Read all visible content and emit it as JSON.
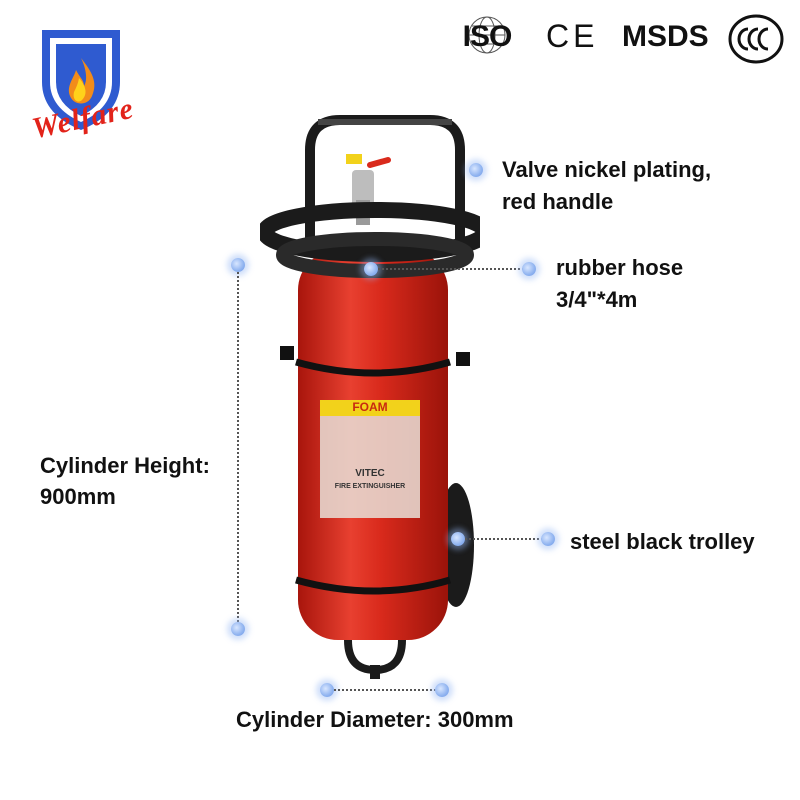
{
  "brand": {
    "logo_text": "Welfare"
  },
  "certifications": [
    {
      "id": "iso",
      "label": "ISO"
    },
    {
      "id": "ce",
      "label": "CE"
    },
    {
      "id": "msds",
      "label": "MSDS"
    },
    {
      "id": "ccc",
      "label": "CCC"
    }
  ],
  "product_label": {
    "headline": "FOAM",
    "brand": "VITEC",
    "subline": "FIRE EXTINGUISHER"
  },
  "annotations": {
    "valve": {
      "line1": "Valve nickel plating,",
      "line2": "red handle"
    },
    "hose": {
      "line1": "rubber hose",
      "line2": "3/4\"*4m"
    },
    "height": {
      "line1": "Cylinder Height:",
      "line2": "900mm"
    },
    "trolley": {
      "line1": "steel black trolley"
    },
    "diameter": {
      "line1": "Cylinder Diameter: 300mm"
    }
  },
  "colors": {
    "cylinder_red": "#d92a1c",
    "cylinder_dark": "#a8150c",
    "trolley_black": "#1b1b1b",
    "label_yellow": "#f2d21b",
    "marker_blue": "#8fb3f0"
  }
}
